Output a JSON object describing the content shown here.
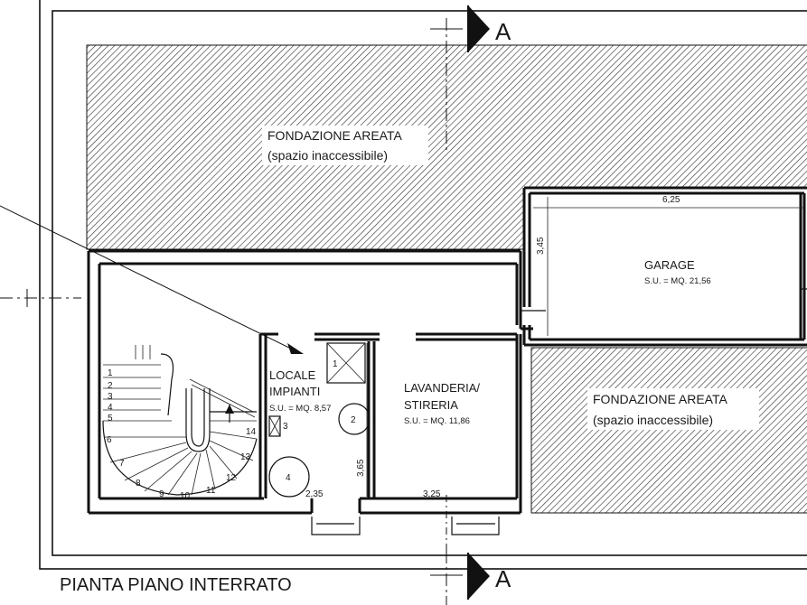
{
  "section_marker": {
    "label": "A"
  },
  "foundation_top": {
    "name": "FONDAZIONE AREATA",
    "note": "(spazio inaccessibile)"
  },
  "foundation_right": {
    "name": "FONDAZIONE AREATA",
    "note": "(spazio inaccessibile)"
  },
  "garage": {
    "name": "GARAGE",
    "area": "S.U. = MQ. 21,56",
    "width": "6,25",
    "depth": "3,45"
  },
  "locale_impianti": {
    "name_line1": "LOCALE",
    "name_line2": "IMPIANTI",
    "area": "S.U. = MQ. 8,57",
    "width": "2,35",
    "depth": "3,65"
  },
  "lavanderia": {
    "name_line1": "LAVANDERIA/",
    "name_line2": "STIRERIA",
    "area": "S.U. = MQ. 11,86",
    "width": "3,25"
  },
  "equipment": [
    "1",
    "2",
    "3",
    "4"
  ],
  "stair_steps": [
    "1",
    "2",
    "3",
    "4",
    "5",
    "6",
    "7",
    "8",
    "9",
    "10",
    "11",
    "12",
    "13",
    "14"
  ],
  "plan_title": "PIANTA PIANO INTERRATO"
}
